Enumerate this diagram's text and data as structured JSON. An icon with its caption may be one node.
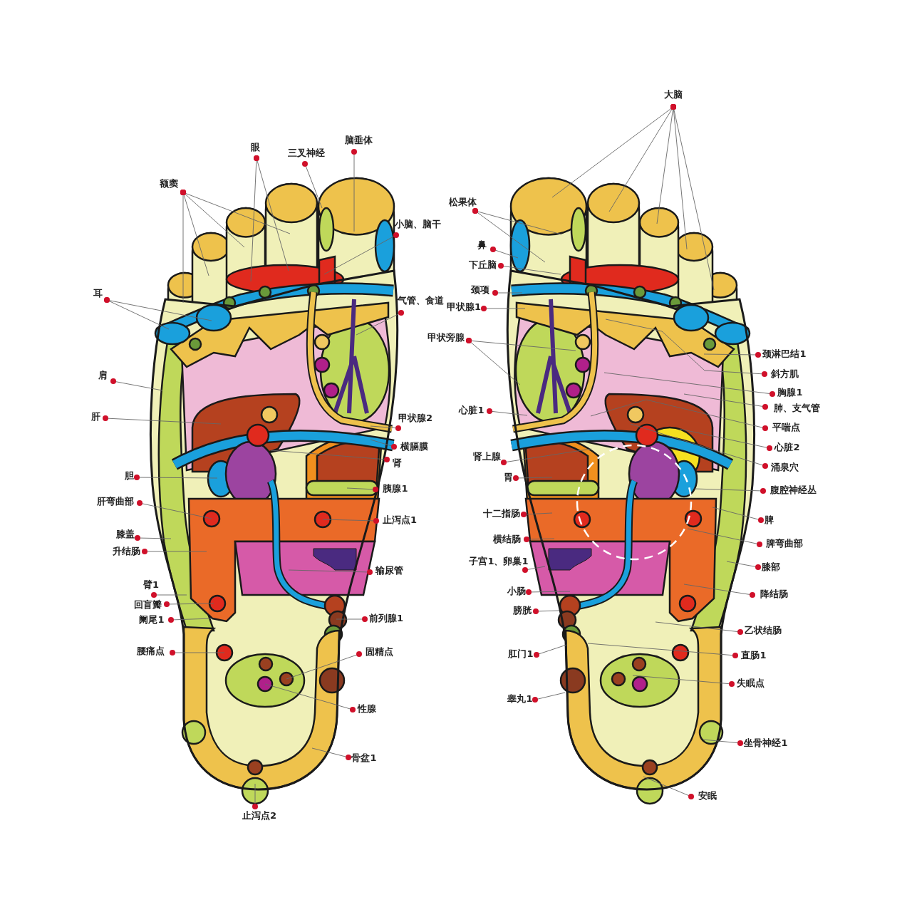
{
  "diagram": {
    "nodes": [
      {
        "text": [
          "额窦"
        ]
      },
      {
        "text": [
          "眼"
        ]
      },
      {
        "text": [
          "三叉神经"
        ]
      },
      {
        "text": [
          "脑垂体"
        ]
      },
      {
        "text": [
          "小脑、脑干"
        ]
      },
      {
        "text": [
          "耳"
        ]
      },
      {
        "text": [
          "气管、食道"
        ]
      },
      {
        "text": [
          "肩"
        ]
      },
      {
        "text": [
          "肝"
        ]
      },
      {
        "text": [
          "甲状腺2"
        ]
      },
      {
        "text": [
          "横膈膜"
        ]
      },
      {
        "text": [
          "肾"
        ]
      },
      {
        "text": [
          "胆"
        ]
      },
      {
        "text": [
          "胰腺1"
        ]
      },
      {
        "text": [
          "肝弯曲部"
        ]
      },
      {
        "text": [
          "止泻点1"
        ]
      },
      {
        "text": [
          "膝盖"
        ]
      },
      {
        "text": [
          "升结肠"
        ]
      },
      {
        "text": [
          "输尿管"
        ]
      },
      {
        "text": [
          "臂1"
        ]
      },
      {
        "text": [
          "回盲瓣"
        ]
      },
      {
        "text": [
          "阑尾1"
        ]
      },
      {
        "text": [
          "前列腺1"
        ]
      },
      {
        "text": [
          "腰痛点"
        ]
      },
      {
        "text": [
          "固精点"
        ]
      },
      {
        "text": [
          "性腺"
        ]
      },
      {
        "text": [
          "骨盆1"
        ]
      },
      {
        "text": [
          "止泻点2"
        ]
      },
      {
        "text": [
          "大脑"
        ]
      },
      {
        "text": [
          "松果体"
        ]
      },
      {
        "text": [
          "鼻"
        ]
      },
      {
        "text": [
          "下丘脑"
        ]
      },
      {
        "text": [
          "颈项"
        ]
      },
      {
        "text": [
          "甲状腺1"
        ]
      },
      {
        "text": [
          "甲状旁腺"
        ]
      },
      {
        "text": [
          "颈淋巴结1"
        ]
      },
      {
        "text": [
          "斜方肌"
        ]
      },
      {
        "text": [
          "胸腺1"
        ]
      },
      {
        "text": [
          "肺、支气管"
        ]
      },
      {
        "text": [
          "平喘点"
        ]
      },
      {
        "text": [
          "心脏2"
        ]
      },
      {
        "text": [
          "涌泉穴"
        ]
      },
      {
        "text": [
          "肾上腺"
        ]
      },
      {
        "text": [
          "心脏1"
        ]
      },
      {
        "text": [
          "胃"
        ]
      },
      {
        "text": [
          "腹腔神经丛"
        ]
      },
      {
        "text": [
          "十二指肠"
        ]
      },
      {
        "text": [
          "脾"
        ]
      },
      {
        "text": [
          "横结肠"
        ]
      },
      {
        "text": [
          "脾弯曲部"
        ]
      },
      {
        "text": [
          "子宫1、卵巢1"
        ]
      },
      {
        "text": [
          "膝部"
        ]
      },
      {
        "text": [
          "小肠"
        ]
      },
      {
        "text": [
          "降结肠"
        ]
      },
      {
        "text": [
          "膀胱"
        ]
      },
      {
        "text": [
          "乙状结肠"
        ]
      },
      {
        "text": [
          "肛门1"
        ]
      },
      {
        "text": [
          "直肠1"
        ]
      },
      {
        "text": [
          "睾丸1"
        ]
      },
      {
        "text": [
          "失眠点"
        ]
      },
      {
        "text": [
          "坐骨神经1"
        ]
      },
      {
        "text": [
          "安眠"
        ]
      }
    ],
    "edges": [
      {
        "from": 0,
        "to": null,
        "arrow": "other"
      },
      {
        "from": 0,
        "to": null,
        "arrow": "other"
      },
      {
        "from": 0,
        "to": null,
        "arrow": "other"
      },
      {
        "from": 0,
        "to": null,
        "arrow": "other"
      },
      {
        "from": 1,
        "to": null,
        "arrow": "other"
      },
      {
        "from": 1,
        "to": null,
        "arrow": "other"
      },
      {
        "from": 2,
        "to": null,
        "arrow": "other"
      },
      {
        "from": 3,
        "to": null,
        "arrow": "other"
      },
      {
        "from": 4,
        "to": null,
        "arrow": "other"
      },
      {
        "from": 5,
        "to": null,
        "arrow": "other"
      },
      {
        "from": 5,
        "to": null,
        "arrow": "other"
      },
      {
        "from": 6,
        "to": null,
        "arrow": "other"
      },
      {
        "from": 7,
        "to": null,
        "arrow": "other"
      },
      {
        "from": 8,
        "to": null,
        "arrow": "other"
      },
      {
        "from": 9,
        "to": null,
        "arrow": "other"
      },
      {
        "from": 10,
        "to": null,
        "arrow": "other"
      },
      {
        "from": 11,
        "to": null,
        "arrow": "other"
      },
      {
        "from": 12,
        "to": null,
        "arrow": "other"
      },
      {
        "from": 13,
        "to": null,
        "arrow": "other"
      },
      {
        "from": 14,
        "to": null,
        "arrow": "other"
      },
      {
        "from": 15,
        "to": null,
        "arrow": "other"
      },
      {
        "from": 16,
        "to": null,
        "arrow": "other"
      },
      {
        "from": 17,
        "to": null,
        "arrow": "other"
      },
      {
        "from": 18,
        "to": null,
        "arrow": "other"
      },
      {
        "from": 19,
        "to": null,
        "arrow": "other"
      },
      {
        "from": 20,
        "to": null,
        "arrow": "other"
      },
      {
        "from": 21,
        "to": null,
        "arrow": "other"
      },
      {
        "from": 22,
        "to": null,
        "arrow": "other"
      },
      {
        "from": 23,
        "to": null,
        "arrow": "other"
      },
      {
        "from": 24,
        "to": null,
        "arrow": "other"
      },
      {
        "from": 25,
        "to": null,
        "arrow": "other"
      },
      {
        "from": 26,
        "to": null,
        "arrow": "other"
      },
      {
        "from": 27,
        "to": null,
        "arrow": "other"
      },
      {
        "from": 28,
        "to": null,
        "arrow": "other"
      },
      {
        "from": 28,
        "to": null,
        "arrow": "other"
      },
      {
        "from": 28,
        "to": null,
        "arrow": "other"
      },
      {
        "from": 28,
        "to": null,
        "arrow": "other"
      },
      {
        "from": 28,
        "to": null,
        "arrow": "other"
      },
      {
        "from": 29,
        "to": null,
        "arrow": "other"
      },
      {
        "from": 29,
        "to": null,
        "arrow": "other"
      },
      {
        "from": 30,
        "to": null,
        "arrow": "other"
      },
      {
        "from": 31,
        "to": null,
        "arrow": "other"
      },
      {
        "from": 32,
        "to": null,
        "arrow": "other"
      },
      {
        "from": 33,
        "to": null,
        "arrow": "other"
      },
      {
        "from": 34,
        "to": null,
        "arrow": "other"
      },
      {
        "from": 34,
        "to": null,
        "arrow": "other"
      },
      {
        "from": 35,
        "to": null,
        "arrow": "other"
      },
      {
        "from": 36,
        "to": null,
        "arrow": "other"
      },
      {
        "from": 37,
        "to": null,
        "arrow": "other"
      },
      {
        "from": 38,
        "to": null,
        "arrow": "other"
      },
      {
        "from": 39,
        "to": null,
        "arrow": "other"
      },
      {
        "from": 40,
        "to": null,
        "arrow": "other"
      },
      {
        "from": 41,
        "to": null,
        "arrow": "other"
      },
      {
        "from": 42,
        "to": null,
        "arrow": "other"
      },
      {
        "from": 43,
        "to": null,
        "arrow": "other"
      },
      {
        "from": 44,
        "to": null,
        "arrow": "other"
      },
      {
        "from": 45,
        "to": null,
        "arrow": "other"
      },
      {
        "from": 46,
        "to": null,
        "arrow": "other"
      },
      {
        "from": 47,
        "to": null,
        "arrow": "other"
      },
      {
        "from": 48,
        "to": null,
        "arrow": "other"
      },
      {
        "from": 49,
        "to": null,
        "arrow": "other"
      },
      {
        "from": 50,
        "to": null,
        "arrow": "other"
      },
      {
        "from": 51,
        "to": null,
        "arrow": "other"
      },
      {
        "from": 52,
        "to": null,
        "arrow": "other"
      },
      {
        "from": 53,
        "to": null,
        "arrow": "other"
      },
      {
        "from": 54,
        "to": null,
        "arrow": "other"
      },
      {
        "from": 55,
        "to": null,
        "arrow": "other"
      },
      {
        "from": 56,
        "to": null,
        "arrow": "other"
      },
      {
        "from": 57,
        "to": null,
        "arrow": "other"
      },
      {
        "from": 58,
        "to": null,
        "arrow": "other"
      },
      {
        "from": 59,
        "to": null,
        "arrow": "other"
      },
      {
        "from": 60,
        "to": null,
        "arrow": "other"
      },
      {
        "from": 61,
        "to": null,
        "arrow": "other"
      }
    ]
  }
}
